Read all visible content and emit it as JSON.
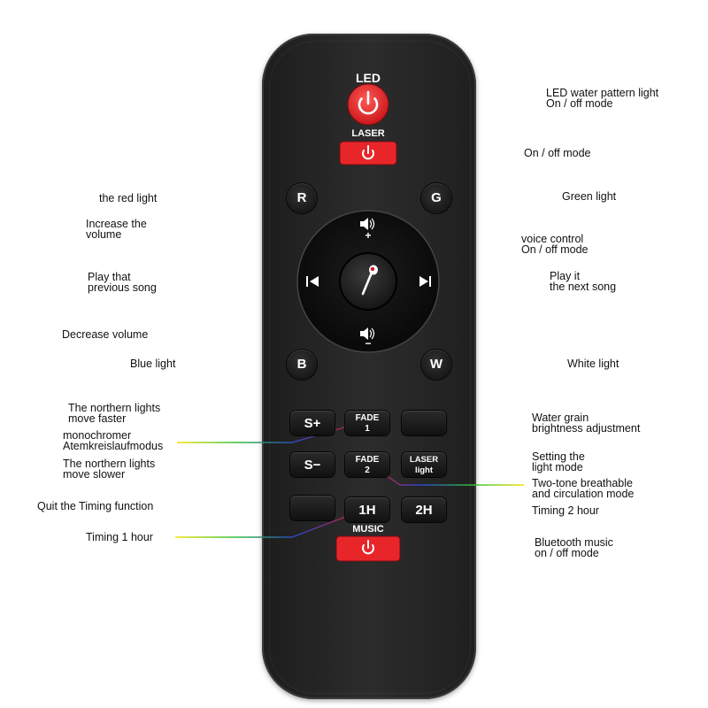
{
  "remote": {
    "led_label": "LED",
    "laser_label": "LASER",
    "music_label": "MUSIC",
    "r_label": "R",
    "g_label": "G",
    "b_label": "B",
    "w_label": "W",
    "speed_up_label": "S+",
    "speed_down_label": "S−",
    "fade1_top": "FADE",
    "fade1_bottom": "1",
    "fade2_top": "FADE",
    "fade2_bottom": "2",
    "laser_light_top": "LASER",
    "laser_light_bottom": "light",
    "timer_1h_label": "1H",
    "timer_2h_label": "2H",
    "vol_plus_sign": "+",
    "vol_minus_sign": "−"
  },
  "annotations": {
    "led": [
      "LED water pattern light",
      "On / off mode"
    ],
    "laser": [
      "On / off mode"
    ],
    "red": [
      "the red light"
    ],
    "green": [
      "Green light"
    ],
    "vol_up": [
      "Increase the",
      "volume"
    ],
    "voice": [
      "voice control",
      "On / off mode"
    ],
    "prev": [
      "Play that",
      "previous song"
    ],
    "next": [
      "Play it",
      "the next song"
    ],
    "vol_down": [
      "Decrease volume"
    ],
    "blue": [
      "Blue light"
    ],
    "white": [
      "White light"
    ],
    "faster": [
      "The northern lights",
      "move faster"
    ],
    "mono": [
      "monochromer",
      "Atemkreislaufmodus"
    ],
    "water_grain": [
      "Water grain",
      "brightness adjustment"
    ],
    "slower": [
      "The northern lights",
      "move slower"
    ],
    "setting": [
      "Setting the",
      "light mode"
    ],
    "two_tone": [
      "Two-tone breathable",
      "and circulation mode"
    ],
    "quit_timing": [
      "Quit the Timing function"
    ],
    "timing_2h": [
      "Timing 2 hour"
    ],
    "timing_1h": [
      "Timing 1 hour"
    ],
    "bluetooth": [
      "Bluetooth music",
      "on / off mode"
    ]
  },
  "colors": {
    "power_red": "#e8262a",
    "button_black": "#111111",
    "remote_body": "#262626",
    "line_yellow": "#f2e400",
    "line_green": "#2fbf3a",
    "line_blue": "#2b46c8",
    "line_red": "#d21a2a"
  },
  "icons": [
    "power-icon",
    "speaker-icon",
    "microphone-icon",
    "skip-previous-icon",
    "skip-next-icon",
    "sun-brightness-icon",
    "timer-cancel-icon"
  ]
}
